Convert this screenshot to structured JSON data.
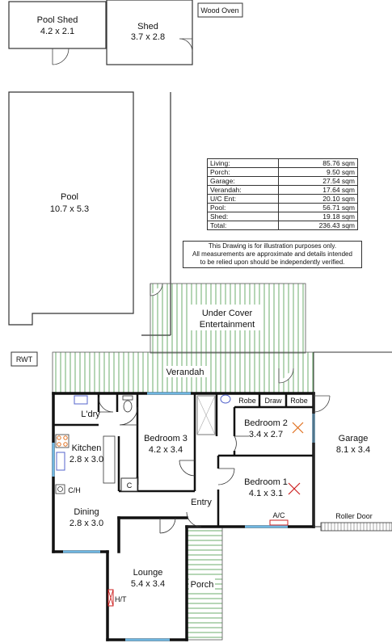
{
  "outbuildings": {
    "pool_shed": {
      "name": "Pool Shed",
      "size": "4.2 x 2.1"
    },
    "shed": {
      "name": "Shed",
      "size": "3.7 x 2.8"
    },
    "wood_oven": "Wood Oven",
    "pool": {
      "name": "Pool",
      "size": "10.7 x 5.3"
    }
  },
  "areas": {
    "rows": [
      {
        "label": "Living:",
        "value": "85.76 sqm"
      },
      {
        "label": "Porch:",
        "value": "9.50 sqm"
      },
      {
        "label": "Garage:",
        "value": "27.54 sqm"
      },
      {
        "label": "Verandah:",
        "value": "17.64 sqm"
      },
      {
        "label": "U/C Ent:",
        "value": "20.10 sqm"
      },
      {
        "label": "Pool:",
        "value": "56.71 sqm"
      },
      {
        "label": "Shed:",
        "value": "19.18 sqm"
      },
      {
        "label": "Total:",
        "value": "236.43 sqm"
      }
    ],
    "disclaimer": [
      "This Drawing is for illustration purposes only.",
      "All measurements are approximate and details intended",
      "to be relied upon should be independently verified."
    ]
  },
  "outdoor": {
    "under_cover": [
      "Under Cover",
      "Entertainment"
    ],
    "verandah": "Verandah",
    "rwt": "RWT",
    "porch": "Porch",
    "entry": "Entry",
    "roller_door": "Roller Door"
  },
  "rooms": {
    "laundry": {
      "name": "L'dry"
    },
    "kitchen": {
      "name": "Kitchen",
      "size": "2.8 x 3.0"
    },
    "ch": "C/H",
    "dining": {
      "name": "Dining",
      "size": "2.8 x 3.0"
    },
    "lounge": {
      "name": "Lounge",
      "size": "5.4 x 3.4"
    },
    "ht": "H/T",
    "bedroom3": {
      "name": "Bedroom 3",
      "size": "4.2 x 3.4"
    },
    "cupboard": "C",
    "robe_a": "Robe",
    "draw": "Draw",
    "robe_b": "Robe",
    "bedroom2": {
      "name": "Bedroom 2",
      "size": "3.4 x 2.7"
    },
    "bedroom1": {
      "name": "Bedroom 1",
      "size": "4.1 x 3.1"
    },
    "ac": "A/C",
    "garage": {
      "name": "Garage",
      "size": "8.1 x 3.4"
    }
  },
  "colors": {
    "wall": "#111111",
    "deck_line": "#2e8b2e",
    "window": "#6fb6e0",
    "fixture": "#5566cc",
    "heater": "#cc2222",
    "stove": "#e07020"
  }
}
